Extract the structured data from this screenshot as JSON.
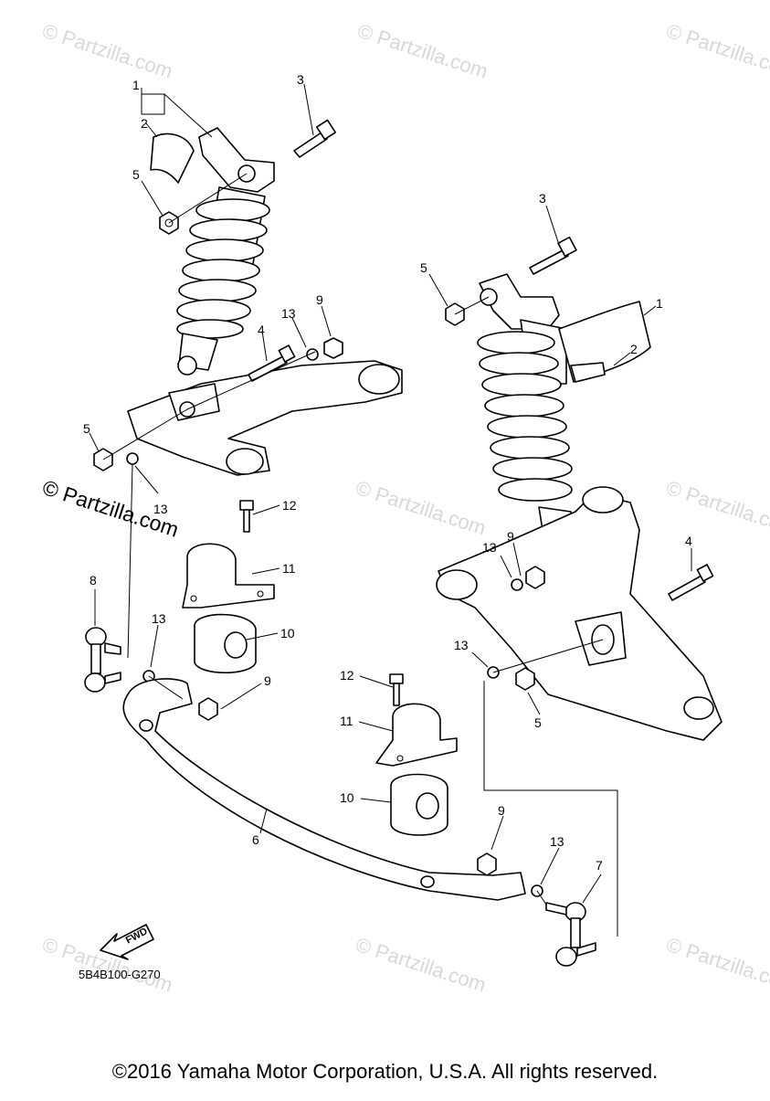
{
  "watermark": "© Partzilla.com",
  "diagram_code": "5B4B100-G270",
  "fwd_label": "FWD",
  "copyright": "©2016 Yamaha Motor Corporation, U.S.A. All rights reserved.",
  "callouts": {
    "c1a": "1",
    "c2a": "2",
    "c3a": "3",
    "c5a": "5",
    "c13a": "13",
    "c9a": "9",
    "c4a": "4",
    "c5b": "5",
    "c13b": "13",
    "c12a": "12",
    "c11a": "11",
    "c10a": "10",
    "c8": "8",
    "c13c": "13",
    "c9b": "9",
    "c3b": "3",
    "c5c": "5",
    "c1b": "1",
    "c2b": "2",
    "c9c": "9",
    "c13d": "13",
    "c4b": "4",
    "c13e": "13",
    "c5d": "5",
    "c12b": "12",
    "c11b": "11",
    "c10b": "10",
    "c6": "6",
    "c9d": "9",
    "c13f": "13",
    "c7": "7"
  }
}
